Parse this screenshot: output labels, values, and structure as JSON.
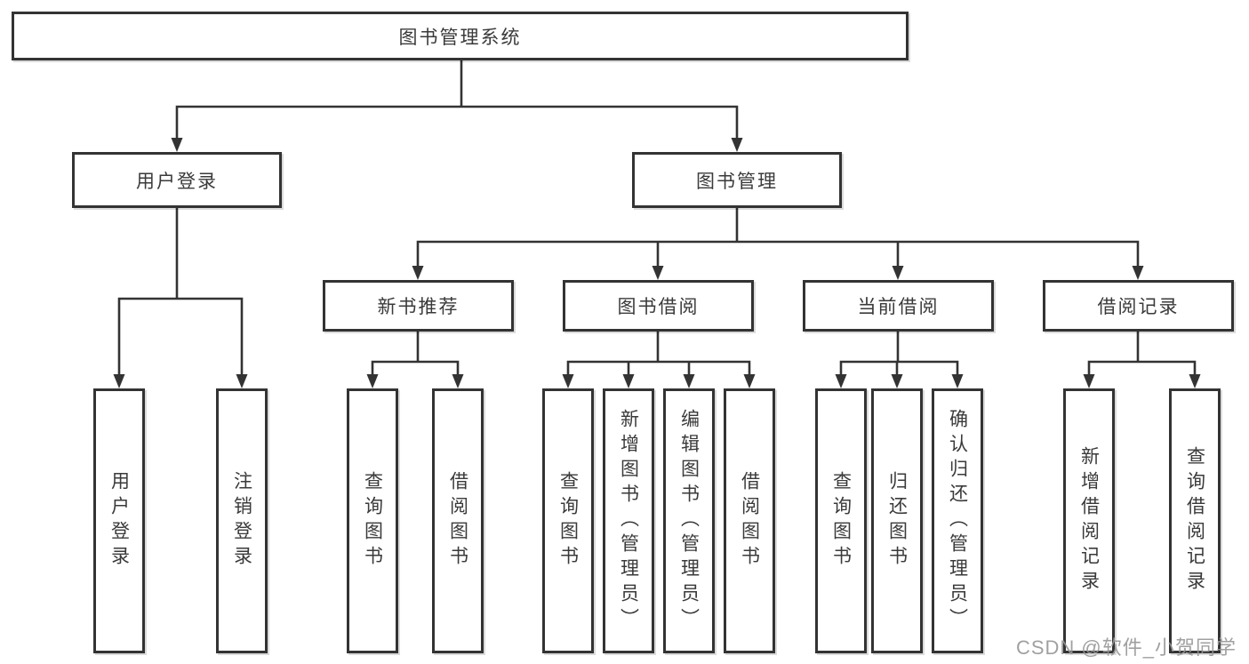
{
  "root": {
    "label": "图书管理系统",
    "children": [
      {
        "label": "用户登录",
        "children": [
          {
            "label": "用户登录"
          },
          {
            "label": "注销登录"
          }
        ]
      },
      {
        "label": "图书管理",
        "children": [
          {
            "label": "新书推荐",
            "children": [
              {
                "label": "查询图书"
              },
              {
                "label": "借阅图书"
              }
            ]
          },
          {
            "label": "图书借阅",
            "children": [
              {
                "label": "查询图书"
              },
              {
                "label": "新增图书（管理员）"
              },
              {
                "label": "编辑图书（管理员）"
              },
              {
                "label": "借阅图书"
              }
            ]
          },
          {
            "label": "当前借阅",
            "children": [
              {
                "label": "查询图书"
              },
              {
                "label": "归还图书"
              },
              {
                "label": "确认归还（管理员）"
              }
            ]
          },
          {
            "label": "借阅记录",
            "children": [
              {
                "label": "新增借阅记录"
              },
              {
                "label": "查询借阅记录"
              }
            ]
          }
        ]
      }
    ]
  },
  "watermark": {
    "text": "CSDN @软件_小贺同学",
    "color": "#969696"
  },
  "colors": {
    "line": "#333333",
    "border": "#333333",
    "text": "#3a3a3a",
    "background": "#ffffff"
  }
}
